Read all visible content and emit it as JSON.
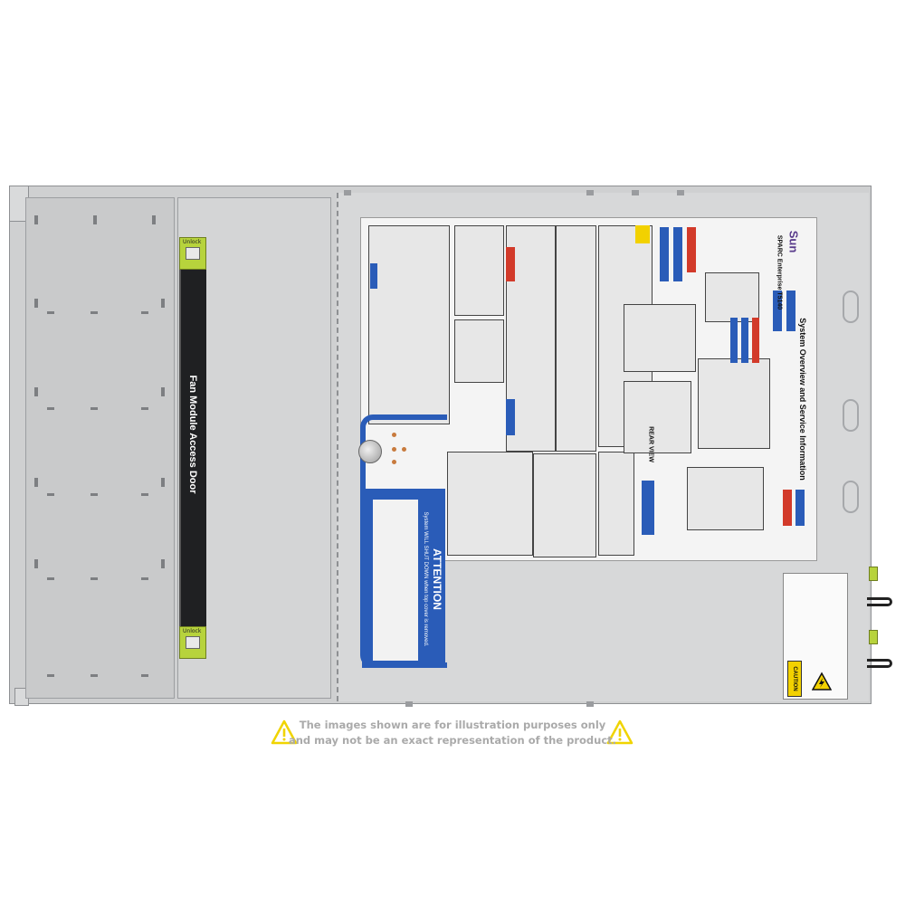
{
  "server": {
    "fan_door_label": "Fan Module Access Door",
    "latch_label": "Unlock",
    "attention_title": "ATTENTION",
    "attention_text": "System WILL SHUT DOWN when top cover is removed.",
    "brand": "Sun",
    "model": "SPARC Enterprise T5140",
    "overview_title": "System Overview and Service Information",
    "rear_view": "REAR VIEW",
    "caution": "CAUTION"
  },
  "disclaimer": {
    "line1": "The images shown are for illustration purposes only",
    "line2": "and may not be an exact representation of the product."
  },
  "icons": [
    "warning-triangle-icon"
  ],
  "colors": {
    "accent_blue": "#2a5cb8",
    "latch_green": "#b7d33c",
    "warning_yellow": "#f2d100",
    "disclaimer_gray": "#aaaaaa"
  }
}
